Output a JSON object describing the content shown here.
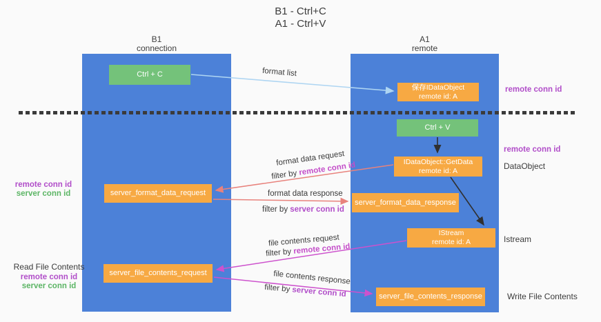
{
  "title": {
    "line1": "B1 - Ctrl+C",
    "line2": "A1 - Ctrl+V"
  },
  "lanes": {
    "left": {
      "name": "B1",
      "role": "connection"
    },
    "right": {
      "name": "A1",
      "role": "remote"
    }
  },
  "boxes": {
    "ctrl_c": "Ctrl + C",
    "ctrl_v": "Ctrl + V",
    "save_dataobject": {
      "line1": "保存IDataObject",
      "line2": "remote id: A"
    },
    "getdata": {
      "line1": "IDataObject::GetData",
      "line2": "remote id: A"
    },
    "istream": {
      "line1": "IStream",
      "line2": "remote id: A"
    },
    "format_request": "server_format_data_request",
    "format_response": "server_format_data_response",
    "file_request": "server_file_contents_request",
    "file_response": "server_file_contents_response"
  },
  "flow_labels": {
    "format_list": "format list",
    "format_data_request": "format data request",
    "format_data_response": "format data response",
    "file_contents_request": "file contents request",
    "file_contents_response": "file contents response",
    "filter_prefix": "filter by ",
    "remote_conn_id": "remote conn id",
    "server_conn_id": "server conn id"
  },
  "side_labels": {
    "remote_conn_id": "remote conn id",
    "server_conn_id": "server conn id",
    "read_file_contents": "Read File Contents",
    "dataobject": "DataObject",
    "istream": "Istream",
    "write_file_contents": "Write File Contents"
  },
  "colors": {
    "lane_blue": "#4c81d8",
    "box_green": "#74c27a",
    "box_orange": "#f7a943",
    "arrow_salmon": "#e8827c",
    "arrow_magenta": "#cd52cd",
    "arrow_light_blue": "#aed5f2",
    "arrow_black": "#303030",
    "text_purple": "#b14ec9",
    "text_green": "#5cb565"
  }
}
